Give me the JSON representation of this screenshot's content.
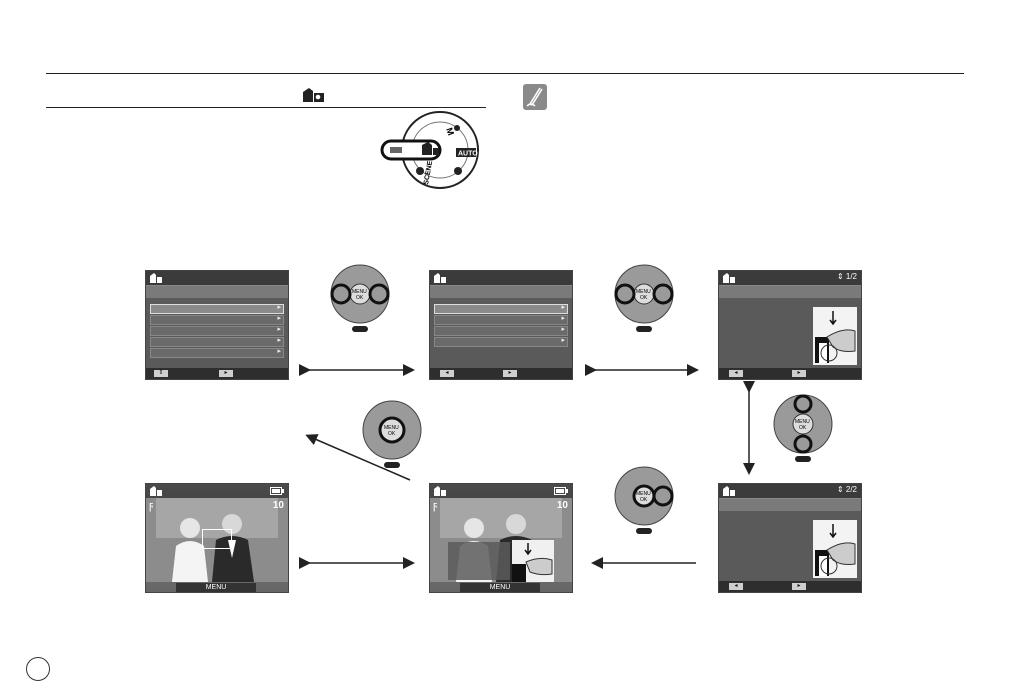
{
  "header": {
    "mode_icon": "scene-mode-camera-icon",
    "note_icon": "note-pencil-icon"
  },
  "mode_dial": {
    "labels": {
      "m": "M",
      "auto": "AUTO",
      "scene": "SCENE"
    }
  },
  "screens": {
    "menu_1": {
      "icon": "scene-mode-camera-icon"
    },
    "menu_2": {
      "icon": "scene-mode-camera-icon"
    },
    "guide_1": {
      "icon": "scene-mode-camera-icon",
      "page": "1/2"
    },
    "guide_2": {
      "icon": "scene-mode-camera-icon",
      "page": "2/2"
    },
    "live_1": {
      "menu_label": "MENU",
      "resolution": "10"
    },
    "live_2": {
      "menu_label": "MENU",
      "resolution": "10"
    }
  },
  "buttons": {
    "center_label_top": "MENU",
    "center_label_bottom": "OK"
  }
}
